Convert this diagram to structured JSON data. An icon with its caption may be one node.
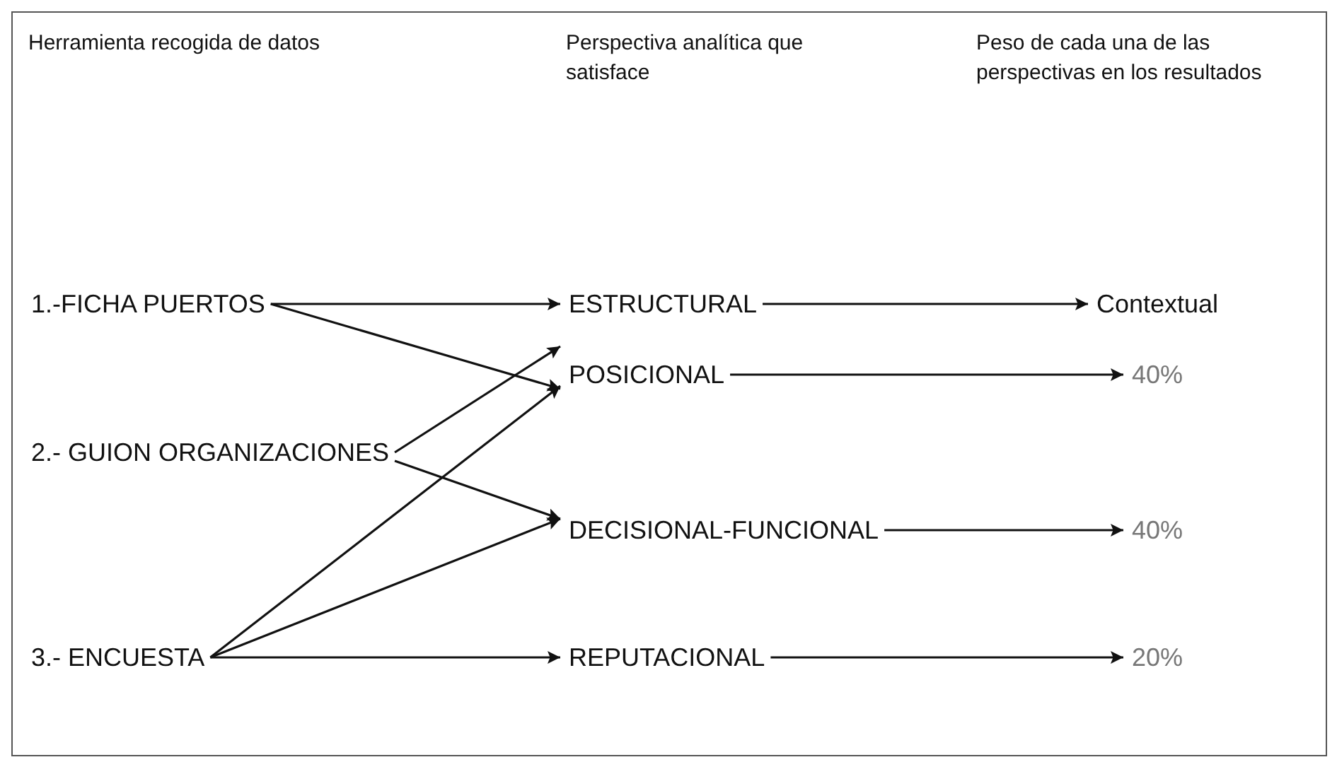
{
  "diagram": {
    "nodes": [
      {
        "text": [
          "1.-FICHA PUERTOS"
        ]
      },
      {
        "text": [
          "2.- GUION ORGANIZACIONES"
        ]
      },
      {
        "text": [
          "3.- ENCUESTA"
        ]
      },
      {
        "text": [
          "ESTRUCTURAL"
        ]
      },
      {
        "text": [
          "POSICIONAL"
        ]
      },
      {
        "text": [
          "DECISIONAL-FUNCIONAL"
        ]
      },
      {
        "text": [
          "REPUTACIONAL"
        ]
      },
      {
        "text": [
          "Contextual"
        ]
      },
      {
        "text": [
          "40%"
        ]
      },
      {
        "text": [
          "40%"
        ]
      },
      {
        "text": [
          "20%"
        ]
      }
    ],
    "edges": [
      {
        "from": 0,
        "to": 3,
        "arrow": "to"
      },
      {
        "from": 0,
        "to": 4,
        "arrow": "to"
      },
      {
        "from": 1,
        "to": 4,
        "arrow": "to"
      },
      {
        "from": 1,
        "to": 5,
        "arrow": "to"
      },
      {
        "from": 2,
        "to": 4,
        "arrow": "to"
      },
      {
        "from": 2,
        "to": 5,
        "arrow": "to"
      },
      {
        "from": 2,
        "to": 6,
        "arrow": "to"
      },
      {
        "from": 3,
        "to": 7,
        "arrow": "to"
      },
      {
        "from": 4,
        "to": 8,
        "arrow": "to"
      },
      {
        "from": 5,
        "to": 9,
        "arrow": "to"
      },
      {
        "from": 6,
        "to": 10,
        "arrow": "to"
      }
    ],
    "labels": [
      "Herramienta recogida de datos",
      "Perspectiva analítica que satisface",
      "Peso de cada una de las perspectivas en los resultados"
    ]
  }
}
